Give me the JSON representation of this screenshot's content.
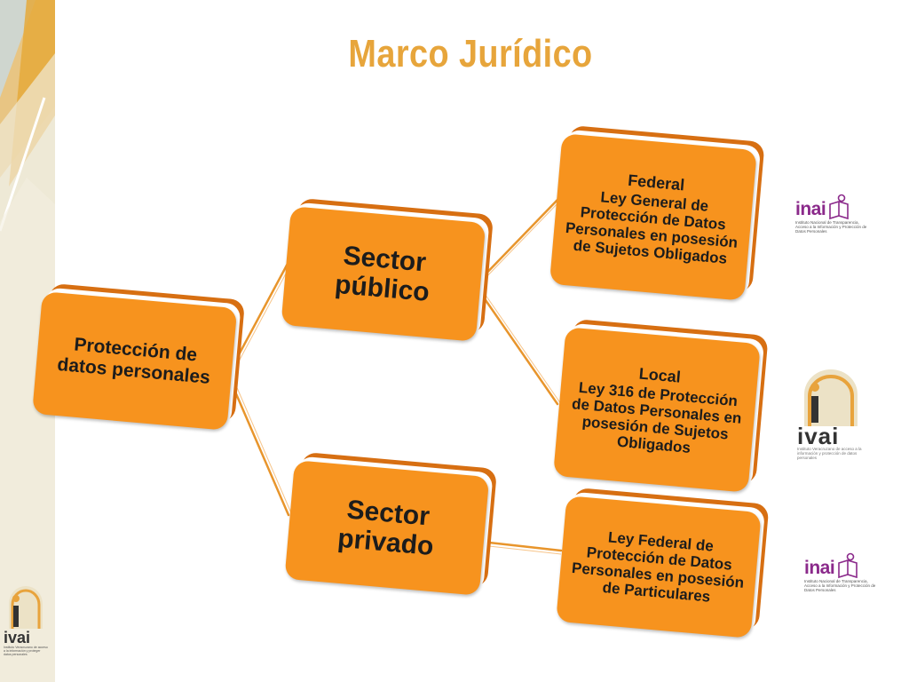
{
  "slide": {
    "title": "Marco Jurídico",
    "colors": {
      "title": "#e7a53b",
      "box_front": "#f7931e",
      "box_back": "#d76f12",
      "connector": "#e8952c",
      "inai_purple": "#8b2a8b",
      "ivai_orange": "#e8a33c"
    }
  },
  "nodes": {
    "root": {
      "label": "Protección de datos personales"
    },
    "publico": {
      "label": "Sector público"
    },
    "privado": {
      "label": "Sector privado"
    },
    "federal": {
      "heading": "Federal",
      "label": "Ley General de Protección de Datos Personales en posesión de Sujetos Obligados"
    },
    "local": {
      "heading": "Local",
      "label": "Ley 316 de Protección de Datos Personales en posesión de Sujetos Obligados"
    },
    "particulares": {
      "label": "Ley Federal de Protección de Datos Personales en posesión de Particulares"
    }
  },
  "logos": {
    "inai_top": {
      "icon": "inai-logo",
      "name": "inai",
      "tagline": "Instituto Nacional de Transparencia, Acceso a la Información y Protección de Datos Personales"
    },
    "ivai_mid": {
      "icon": "ivai-logo",
      "name": "ivai",
      "tagline": "Instituto Veracruzano de acceso a la información y protección de datos personales"
    },
    "inai_bottom": {
      "icon": "inai-logo",
      "name": "inai",
      "tagline": "Instituto Nacional de Transparencia, Acceso a la Información y Protección de Datos Personales"
    },
    "ivai_corner": {
      "icon": "ivai-logo",
      "name": "ivai",
      "tagline": "Instituto Veracruzano de acceso a la información y proteger datos personales"
    }
  }
}
